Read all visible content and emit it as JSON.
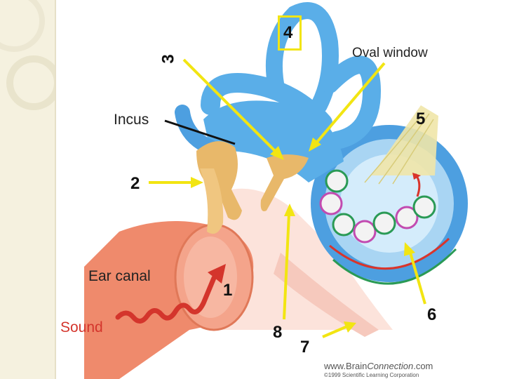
{
  "labels": {
    "oval_window": "Oval window",
    "incus": "Incus",
    "ear_canal": "Ear canal",
    "sound": "Sound",
    "n1": "1",
    "n2": "2",
    "n3": "3",
    "n4": "4",
    "n5": "5",
    "n6": "6",
    "n7": "7",
    "n8": "8"
  },
  "credit": {
    "line1_prefix": "www.Brain",
    "line1_brand": "Connection",
    "line1_suffix": ".com",
    "line2": "©1999 Scientific Learning Corporation"
  },
  "colors": {
    "arrow": "#f2e512",
    "labyrinth": "#5aaee8",
    "ossicle": "#e8b86a",
    "canal": "#ef8a6c",
    "sound_wave": "#d4352c"
  }
}
